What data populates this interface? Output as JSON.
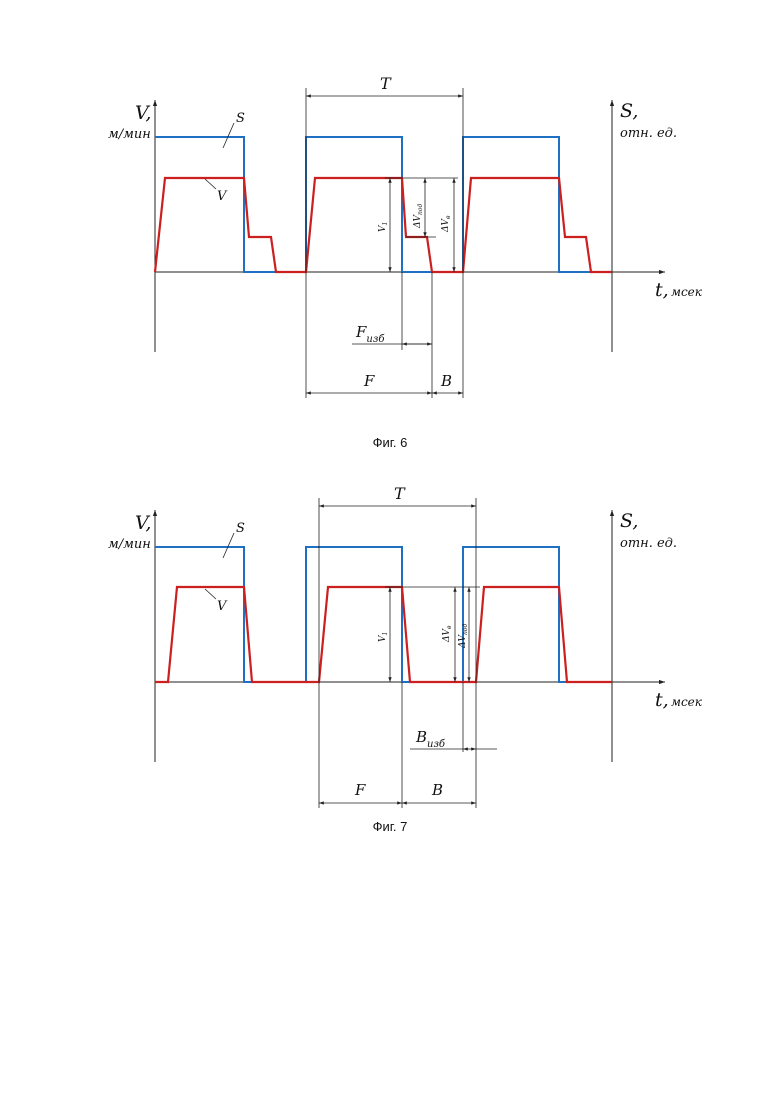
{
  "colors": {
    "s_signal": "#1f6fc2",
    "v_signal": "#cc1f1f",
    "line": "#222222"
  },
  "fig6": {
    "y_axis_symbol": "V,",
    "y_axis_unit": "м/мин",
    "right_axis_symbol": "S,",
    "right_axis_unit": "отн. ед.",
    "x_axis_symbol": "t,",
    "x_axis_unit": "мсек",
    "s_label": "S",
    "v_label": "V",
    "period_label": "T",
    "f_label": "F",
    "b_label": "B",
    "f_excess_main": "F",
    "f_excess_sub": "изб",
    "v1_main": "V",
    "v1_sub": "1",
    "dv_sub_main": "ΔV",
    "dv_sub_sub": "под",
    "dv_b_main": "ΔV",
    "dv_b_sub": "в",
    "caption": "Фиг. 6"
  },
  "fig7": {
    "y_axis_symbol": "V,",
    "y_axis_unit": "м/мин",
    "right_axis_symbol": "S,",
    "right_axis_unit": "отн. ед.",
    "x_axis_symbol": "t,",
    "x_axis_unit": "мсек",
    "s_label": "S",
    "v_label": "V",
    "period_label": "T",
    "f_label": "F",
    "b_label": "B",
    "b_excess_main": "B",
    "b_excess_sub": "изб",
    "v1_main": "V",
    "v1_sub": "1",
    "dv_b_main": "ΔV",
    "dv_b_sub": "в",
    "dv_sub_main": "ΔV",
    "dv_sub_sub": "под",
    "caption": "Фиг. 7"
  }
}
